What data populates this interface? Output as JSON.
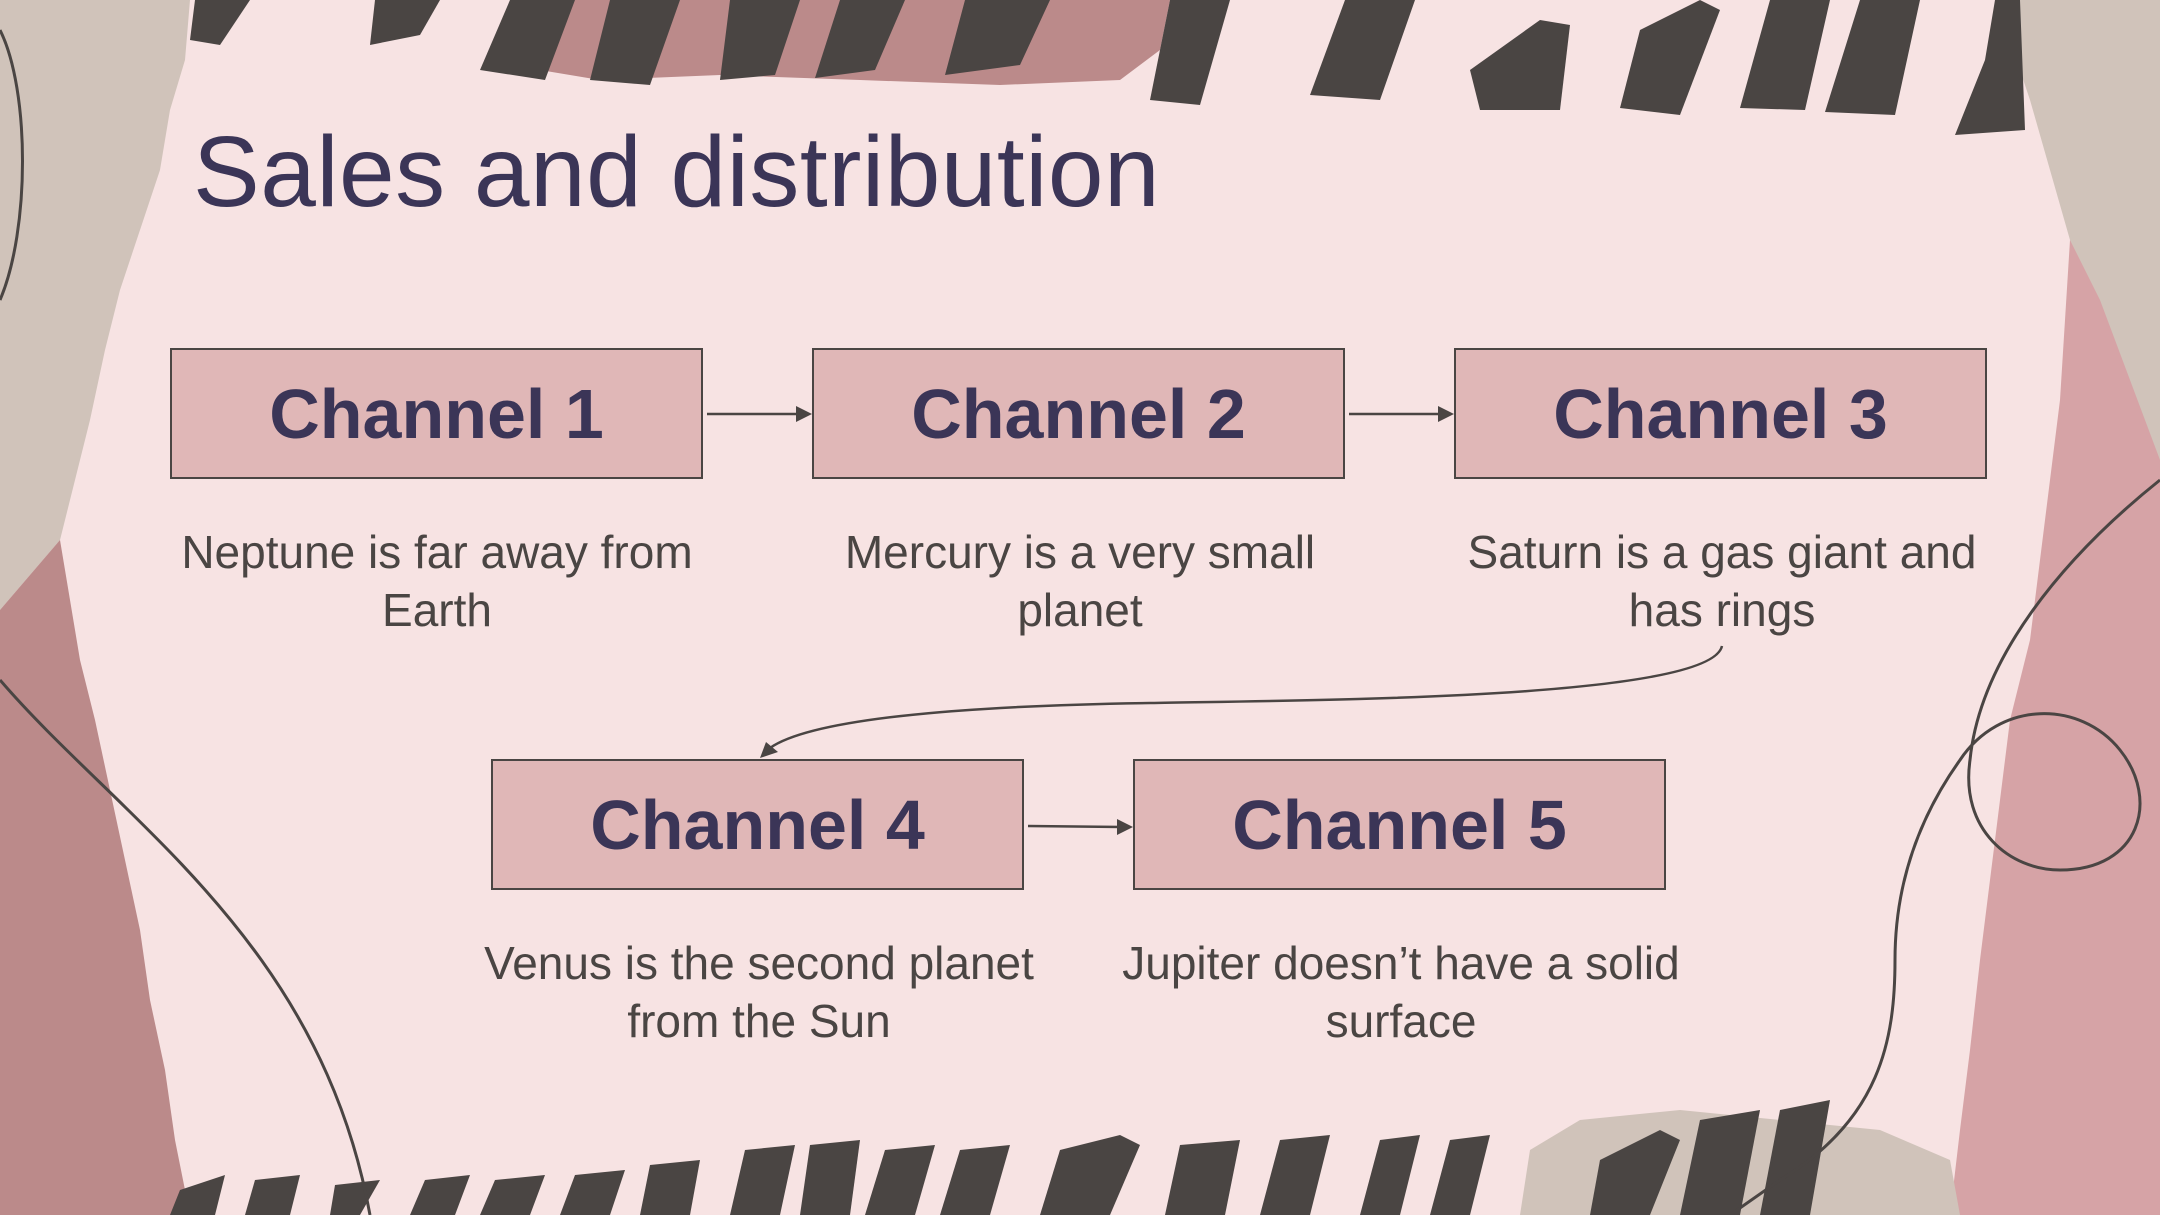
{
  "slide": {
    "title": "Sales and distribution"
  },
  "channels": [
    {
      "label": "Channel 1",
      "description": "Neptune is far away from Earth"
    },
    {
      "label": "Channel 2",
      "description": "Mercury is a very small planet"
    },
    {
      "label": "Channel 3",
      "description": "Saturn is a gas giant and has rings"
    },
    {
      "label": "Channel 4",
      "description": "Venus is the second planet from the Sun"
    },
    {
      "label": "Channel 5",
      "description": "Jupiter doesn’t have a solid surface"
    }
  ],
  "colors": {
    "background": "#f7e3e3",
    "box_fill": "#e0b7b7",
    "text_dark": "#3b3557",
    "line": "#4a4543",
    "stripe": "#4a4543",
    "rose": "#bb8a8a",
    "taupe": "#d0c3ba"
  }
}
